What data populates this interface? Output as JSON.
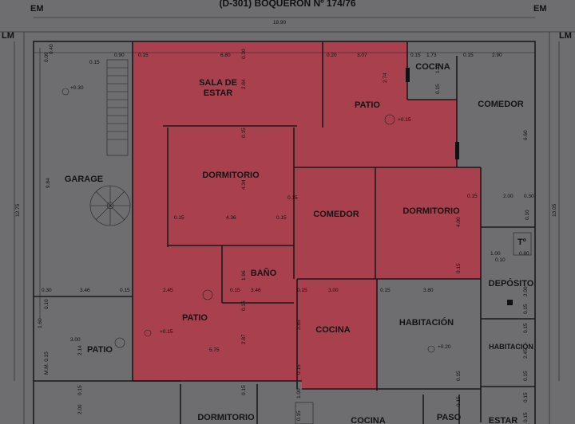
{
  "title": "(D-301) BOQUERÓN Nº 174/76",
  "markers": {
    "em_left": "EM",
    "em_right": "EM",
    "lm_left": "LM",
    "lm_right": "LM"
  },
  "colors": {
    "highlight": "#a8404e",
    "background": "#6e6e70",
    "line": "#1a1a1a"
  },
  "rooms": {
    "garage": "GARAGE",
    "sala": [
      "SALA DE",
      "ESTAR"
    ],
    "patio_top": "PATIO",
    "cocina_top": "COCINA",
    "comedor_right": "COMEDOR",
    "dormitorio_1": "DORMITORIO",
    "comedor_center": "COMEDOR",
    "dormitorio_2": "DORMITORIO",
    "bano": "BAÑO",
    "patio_bottom": "PATIO",
    "cocina_center": "COCINA",
    "habitacion_1": "HABITACIÓN",
    "deposito": "DEPÓSITO",
    "habitacion_2": "HABITACIÓN",
    "patio_left": "PATIO",
    "dormitorio_bottom": "DORMITORIO",
    "cocina_bottom": "COCINA",
    "paso": "PASO",
    "estar_bottom": "ESTAR",
    "to_symbol": "Tº"
  },
  "dims": {
    "d1890": "18.90",
    "d009": "0.09",
    "d040": "0.40",
    "d015a": "0.15",
    "d090": "0.90",
    "d015b": "0.15",
    "d680": "6.80",
    "d030a": "0.30",
    "d020": "0.20",
    "d307": "3.07",
    "d015c": "0.15",
    "d173": "1.73",
    "d015d": "0.15",
    "d290": "2.90",
    "d1275": "12.75",
    "d984": "9.84",
    "d1305": "13.05",
    "d274": "2.74",
    "d284": "2.84",
    "d170": "1.70",
    "d015e": "0.15",
    "d660": "6.60",
    "d015f": "0.15",
    "d434": "4.34",
    "d015g": "0.15",
    "d436": "4.36",
    "d015h": "0.15",
    "d015i": "0.15",
    "d200": "2.00",
    "d030b": "0.30",
    "d400": "4.00",
    "d010a": "0.10",
    "d100": "1.00",
    "d010b": "0.10",
    "d080": "0.80",
    "d015j": "0.15",
    "d030c": "0.30",
    "d346a": "3.46",
    "d015k": "0.15",
    "d245": "2.45",
    "d015l": "0.15",
    "d346b": "3.46",
    "d015m": "0.15",
    "d300a": "3.00",
    "d015n": "0.15",
    "d380": "3.80",
    "d196": "1.96",
    "d010c": "0.10",
    "d015o": "0.15",
    "d030d": "0.30",
    "d015p": "0.15",
    "d160": "1.60",
    "d300b": "3.00",
    "d214": "2.14",
    "d575": "5.75",
    "d287": "2.87",
    "d385": "3.85",
    "d015q": "0.15",
    "d015r": "0.15",
    "d245b": "2.45",
    "d015s": "0.15",
    "d015t": "0.15",
    "d015u": "0.15",
    "d015v": "0.15",
    "d100b": "1.00",
    "d200b": "2.00",
    "d015w": "0.15",
    "d015x": "0.15",
    "d015y": "0.15",
    "d015z": "0.15",
    "d200c": "2.00",
    "mm": "M.M. 0.15",
    "d015aa": "0.15"
  },
  "levels": {
    "l1": "+0.30",
    "l2": "+0.15",
    "l3": "+0.15",
    "l4": "+0.20"
  }
}
